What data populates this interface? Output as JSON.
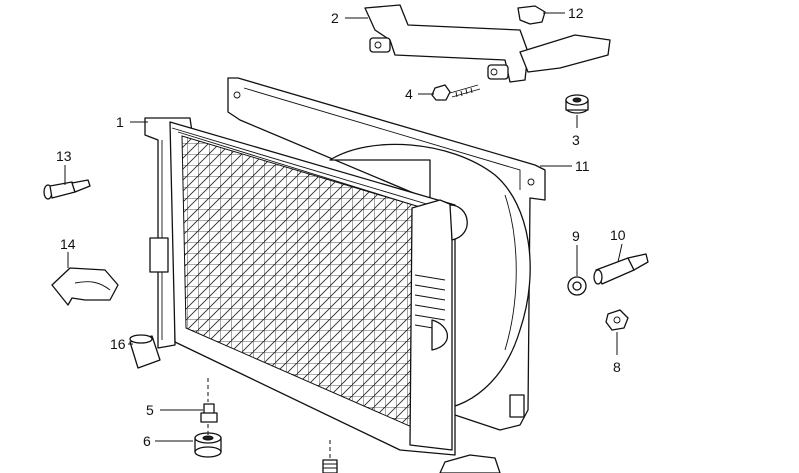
{
  "callouts": {
    "c1": "1",
    "c2": "2",
    "c3": "3",
    "c4": "4",
    "c5": "5",
    "c6": "6",
    "c8": "8",
    "c9": "9",
    "c10": "10",
    "c11": "11",
    "c12": "12",
    "c13": "13",
    "c14": "14",
    "c16": "16"
  }
}
